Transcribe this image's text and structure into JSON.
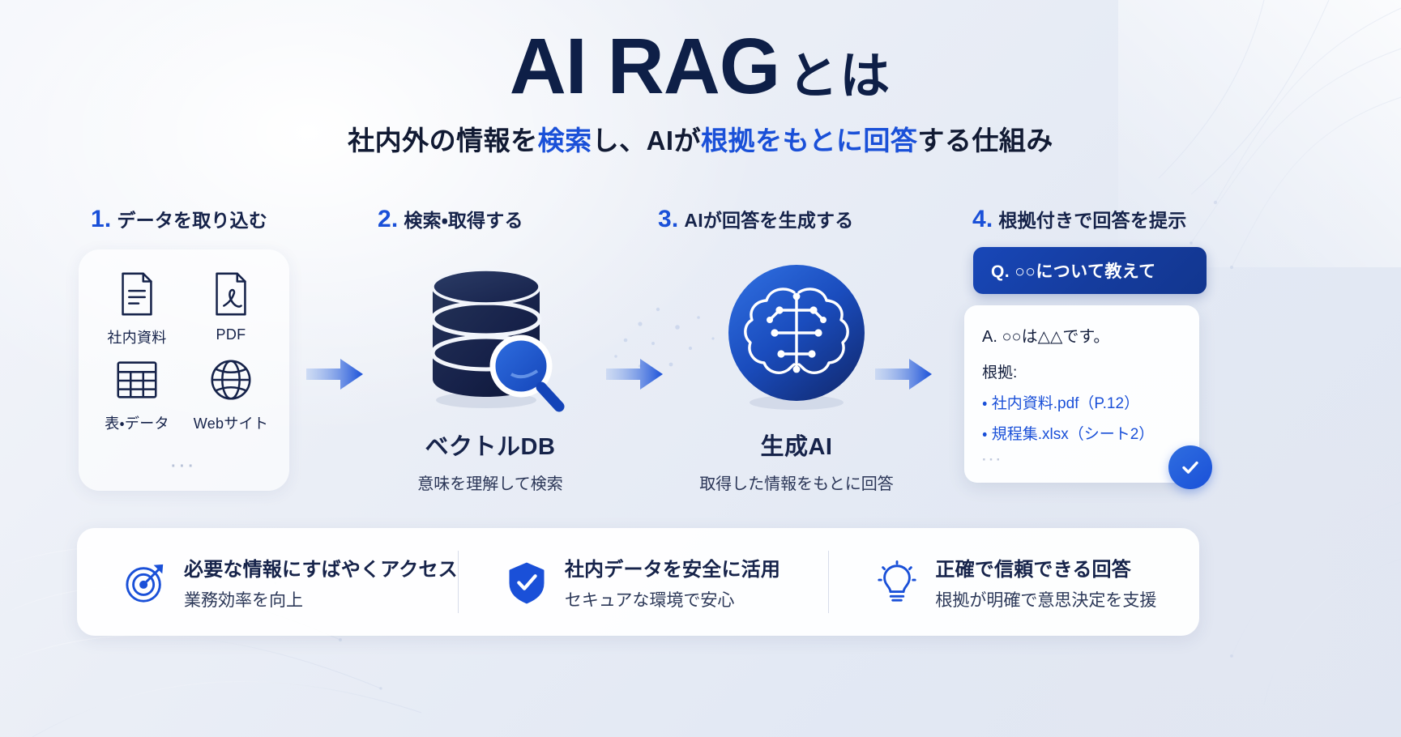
{
  "header": {
    "title_main": "AI RAG",
    "title_suffix": "とは",
    "subtitle_part1": "社内外の情報を",
    "subtitle_hl1": "検索",
    "subtitle_part2": "し、AIが",
    "subtitle_hl2": "根拠をもとに回答",
    "subtitle_part3": "する仕組み"
  },
  "colors": {
    "navy": "#0e1f47",
    "accent_blue": "#1a50d8",
    "deep_blue": "#153c9e",
    "text_dark": "#16234a",
    "card_white": "#ffffff"
  },
  "steps": [
    {
      "num": "1.",
      "label": "データを取り込む"
    },
    {
      "num": "2.",
      "label": "検索・取得する"
    },
    {
      "num": "3.",
      "label": "AIが回答を生成する"
    },
    {
      "num": "4.",
      "label": "根拠付きで回答を提示"
    }
  ],
  "sources": {
    "items": [
      {
        "icon": "document-icon",
        "label": "社内資料"
      },
      {
        "icon": "pdf-file-icon",
        "label": "PDF"
      },
      {
        "icon": "table-grid-icon",
        "label": "表・データ"
      },
      {
        "icon": "globe-icon",
        "label": "Webサイト"
      }
    ],
    "more_dots": "···"
  },
  "vector_db": {
    "icon": "database-search-icon",
    "title": "ベクトルDB",
    "subtitle": "意味を理解して検索"
  },
  "generative_ai": {
    "icon": "brain-circuit-icon",
    "title": "生成AI",
    "subtitle": "取得した情報をもとに回答"
  },
  "answer": {
    "question": "Q. ○○について教えて",
    "answer_line": "A. ○○は△△です。",
    "evidence_label": "根拠:",
    "evidence_items": [
      "・ 社内資料.pdf（P.12）",
      "・ 規程集.xlsx（シート2）"
    ],
    "more_dots": "···",
    "badge_icon": "check-circle-icon"
  },
  "benefits": [
    {
      "icon": "target-arrow-icon",
      "main": "必要な情報にすばやくアクセス",
      "sub": "業務効率を向上"
    },
    {
      "icon": "shield-check-icon",
      "main": "社内データを安全に活用",
      "sub": "セキュアな環境で安心"
    },
    {
      "icon": "lightbulb-icon",
      "main": "正確で信頼できる回答",
      "sub": "根拠が明確で意思決定を支援"
    }
  ]
}
